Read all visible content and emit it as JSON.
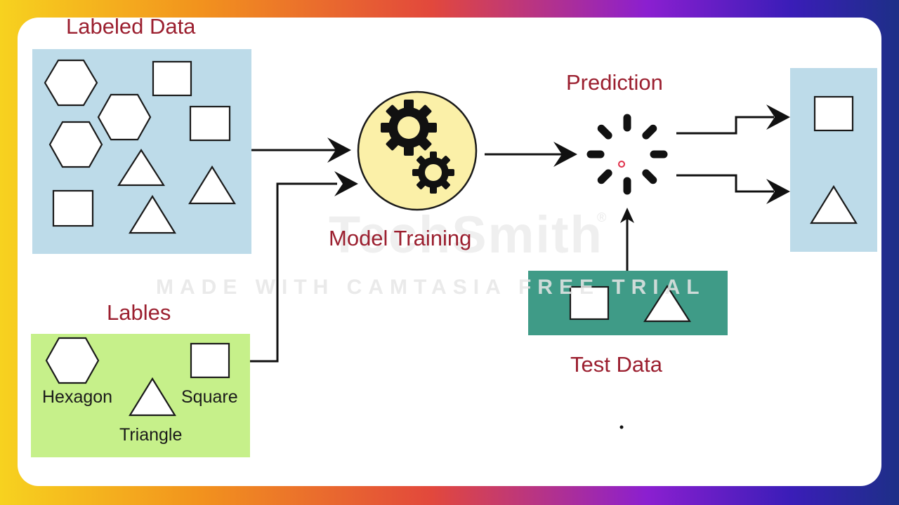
{
  "diagram": {
    "labeled_data_title": "Labeled Data",
    "labels_title": "Lables",
    "model_training_label": "Model Training",
    "prediction_label": "Prediction",
    "test_data_label": "Test Data",
    "label_names": {
      "hexagon": "Hexagon",
      "square": "Square",
      "triangle": "Triangle"
    }
  },
  "watermark": {
    "logo_text": "TechSmith",
    "logo_symbol": "®",
    "overlay_text": "MADE WITH CAMTASIA FREE TRIAL"
  },
  "colors": {
    "labeled_data_box": "#bddbe9",
    "labels_box": "#c6f08a",
    "model_circle": "#fbf0a8",
    "test_data_box": "#3f9b87",
    "output_box": "#bddbe9",
    "title_text": "#9b1f2f",
    "arrow": "#111111"
  },
  "icons": [
    "hexagon-shape",
    "square-shape",
    "triangle-shape",
    "gear-icon",
    "loading-spinner-icon",
    "arrow-icon"
  ]
}
